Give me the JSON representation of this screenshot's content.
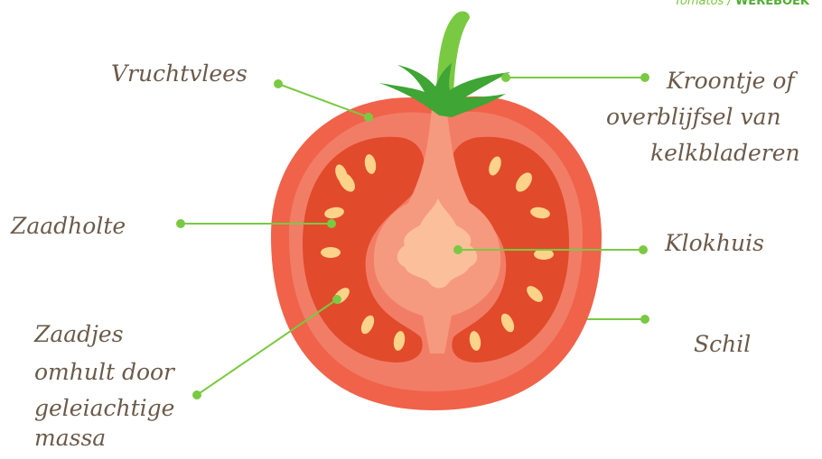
{
  "brand": {
    "prefix": "Tomatos /",
    "name": "WEREBOEK"
  },
  "labels": {
    "vruchtvlees": "Vruchtvlees",
    "kroontje_1": "Kroontje of",
    "kroontje_2": "overblijfsel van",
    "kroontje_3": "kelkbladeren",
    "zaadholte": "Zaadholte",
    "klokhuis": "Klokhuis",
    "schil": "Schil",
    "zaadjes_1": "Zaadjes",
    "zaadjes_2": "omhult door",
    "zaadjes_3": "geleiachtige",
    "zaadjes_4": "massa"
  },
  "colors": {
    "skin": "#f0624a",
    "flesh": "#f27d66",
    "cavity": "#e24a2c",
    "core": "#f59a7e",
    "heart": "#fbbf9c",
    "seed": "#fcd389",
    "stem": "#7ac943",
    "leaves": "#3fa535",
    "leader": "#7ac943",
    "text": "#6b5a4a"
  }
}
